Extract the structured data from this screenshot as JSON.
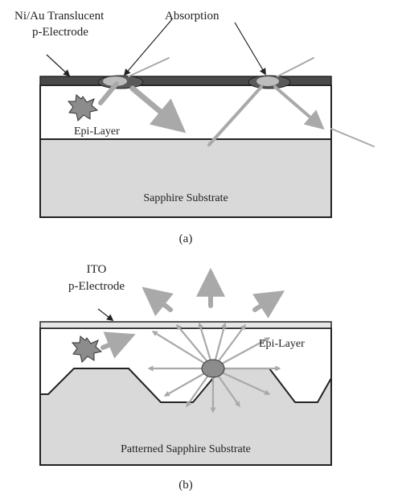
{
  "diagram_a": {
    "label_electrode": [
      "Ni/Au Translucent",
      "p-Electrode"
    ],
    "label_absorption": "Absorption",
    "label_epi": "Epi-Layer",
    "label_substrate": "Sapphire Substrate",
    "caption": "(a)"
  },
  "diagram_b": {
    "label_electrode": [
      "ITO",
      "p-Electrode"
    ],
    "label_epi": "Epi-Layer",
    "label_substrate": "Patterned Sapphire Substrate",
    "caption": "(b)"
  },
  "colors": {
    "electrode_dark": "#4a4a4a",
    "electrode_light": "#e6e6e6",
    "substrate": "#d9d9d9",
    "epi": "#ffffff",
    "arrow": "#a9a9a9",
    "source": "#8c8c8c"
  }
}
